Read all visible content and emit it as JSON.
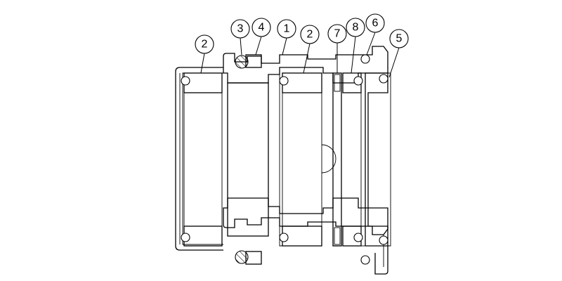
{
  "callouts": [
    {
      "label": "1"
    },
    {
      "label": "2"
    },
    {
      "label": "2"
    },
    {
      "label": "3"
    },
    {
      "label": "4"
    },
    {
      "label": "5"
    },
    {
      "label": "6"
    },
    {
      "label": "7"
    },
    {
      "label": "8"
    }
  ]
}
